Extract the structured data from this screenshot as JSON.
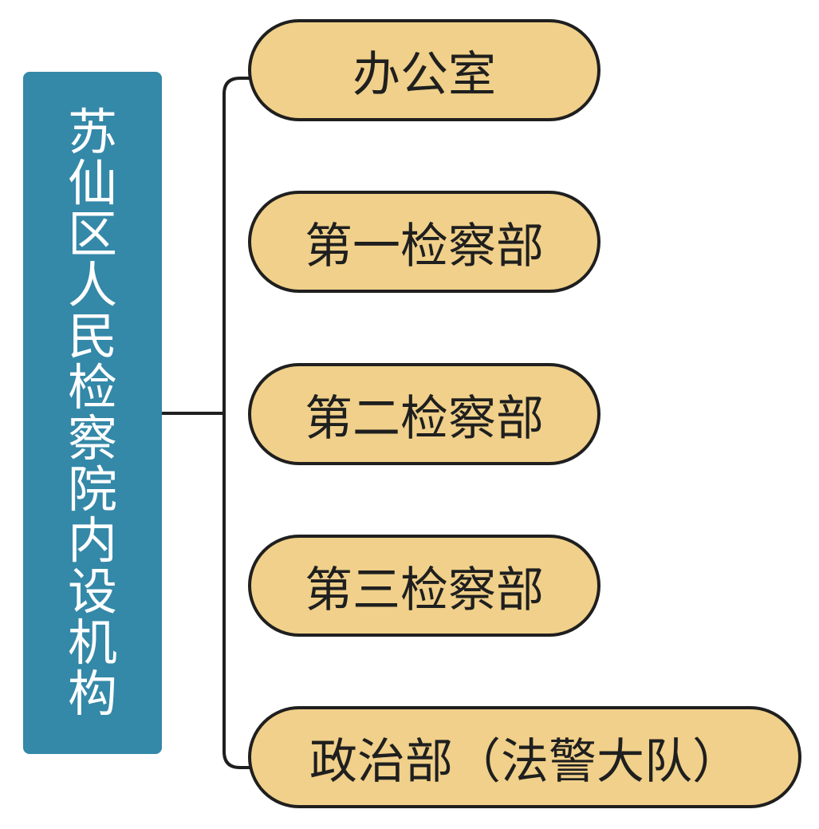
{
  "root": {
    "label": "苏仙区人民检察院内设机构",
    "color": "#3488a8"
  },
  "children": [
    {
      "label": "办公室"
    },
    {
      "label": "第一检察部"
    },
    {
      "label": "第二检察部"
    },
    {
      "label": "第三检察部"
    },
    {
      "label": "政治部（法警大队）"
    }
  ],
  "colors": {
    "node_fill": "#f0d08a",
    "line": "#1f1f1f"
  }
}
